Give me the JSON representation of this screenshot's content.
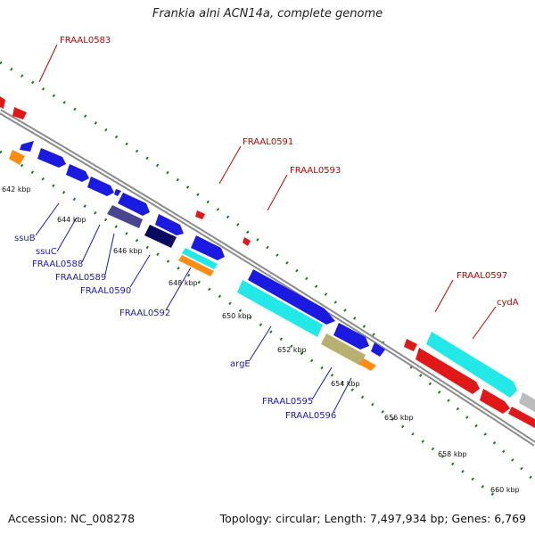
{
  "header": {
    "title": "Frankia alni ACN14a, complete genome"
  },
  "footer": {
    "accession": "Accession: NC_008278",
    "summary": "Topology: circular; Length: 7,497,934 bp; Genes: 6,769"
  },
  "map": {
    "ticks": [
      "642 kbp",
      "644 kbp",
      "646 kbp",
      "648 kbp",
      "650 kbp",
      "652 kbp",
      "654 kbp",
      "656 kbp",
      "658 kbp",
      "660 kbp"
    ],
    "labels_forward": [
      "FRAAL0583",
      "FRAAL0591",
      "FRAAL0593",
      "FRAAL0597",
      "cydA"
    ],
    "labels_reverse": [
      "ssuB",
      "ssuC",
      "FRAAL0588",
      "FRAAL0589",
      "FRAAL0590",
      "FRAAL0592",
      "argE",
      "FRAAL0595",
      "FRAAL0596"
    ],
    "colors": {
      "forward_cds": "#e01818",
      "reverse_cds": "#1a1ae0",
      "dark_blue": "#0a0a60",
      "slate": "#4a4590",
      "cyan": "#22e8e8",
      "orange": "#ff8c10",
      "khaki": "#b8b070",
      "tick_green": "#1e7a1e",
      "backbone": "#8c8c8c"
    }
  }
}
